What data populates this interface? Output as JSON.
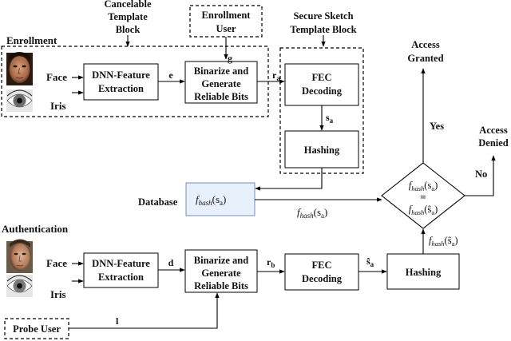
{
  "blocks": {
    "cancelable_line1": "Cancelable",
    "cancelable_line2": "Template",
    "cancelable_line3": "Block",
    "enrollment_user_line1": "Enrollment",
    "enrollment_user_line2": "User",
    "secure_sketch_line1": "Secure Sketch",
    "secure_sketch_line2": "Template Block"
  },
  "sections": {
    "enrollment": "Enrollment",
    "authentication": "Authentication",
    "database": "Database",
    "probe_user": "Probe User"
  },
  "modalities": {
    "face": "Face",
    "iris": "Iris"
  },
  "boxes": {
    "dnn_line1": "DNN-Feature",
    "dnn_line2": "Extraction",
    "binarize_line1": "Binarize and",
    "binarize_line2": "Generate",
    "binarize_line3": "Reliable Bits",
    "fec_line1": "FEC",
    "fec_line2": "Decoding",
    "hashing": "Hashing"
  },
  "signals": {
    "e": "e",
    "g": "g",
    "d": "d",
    "l": "l",
    "ra_base": "r",
    "ra_sub": "a",
    "rb_base": "r",
    "rb_sub": "b",
    "sa_base": "s",
    "sa_sub": "a",
    "sa_hat_base": "ŝ",
    "sa_hat_sub": "a",
    "fhash_f": "f",
    "fhash_sub": "hash",
    "fhash_sa_arg": "(s",
    "fhash_sa_hat_arg": "(ŝ",
    "arg_sub": "a",
    "close_paren": ")",
    "equals": "="
  },
  "outcomes": {
    "access_granted_line1": "Access",
    "access_granted_line2": "Granted",
    "access_denied_line1": "Access",
    "access_denied_line2": "Denied",
    "yes": "Yes",
    "no": "No"
  },
  "colors": {
    "database_fill": "#e8f0fb",
    "database_border": "#6f8fbf",
    "line": "#000000"
  }
}
